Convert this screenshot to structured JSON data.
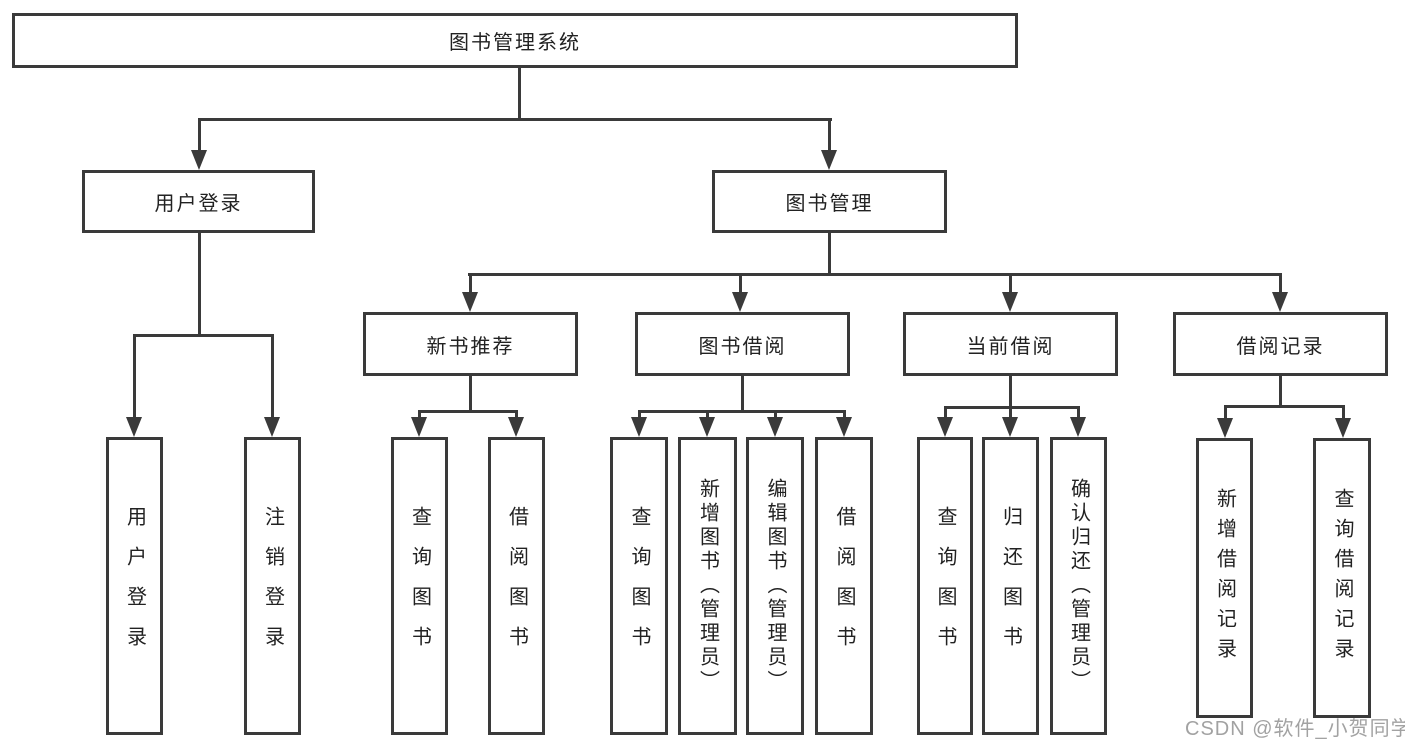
{
  "colors": {
    "background": "#ffffff",
    "line": "#3a3a3a",
    "text": "#222222",
    "watermark": "#9a9a9a"
  },
  "tree": {
    "label": "图书管理系统",
    "children": [
      {
        "label": "用户登录",
        "children": [
          {
            "label": "用户登录"
          },
          {
            "label": "注销登录"
          }
        ]
      },
      {
        "label": "图书管理",
        "children": [
          {
            "label": "新书推荐",
            "children": [
              {
                "label": "查询图书"
              },
              {
                "label": "借阅图书"
              }
            ]
          },
          {
            "label": "图书借阅",
            "children": [
              {
                "label": "查询图书"
              },
              {
                "label": "新增图书（管理员）"
              },
              {
                "label": "编辑图书（管理员）"
              },
              {
                "label": "借阅图书"
              }
            ]
          },
          {
            "label": "当前借阅",
            "children": [
              {
                "label": "查询图书"
              },
              {
                "label": "归还图书"
              },
              {
                "label": "确认归还（管理员）"
              }
            ]
          },
          {
            "label": "借阅记录",
            "children": [
              {
                "label": "新增借阅记录"
              },
              {
                "label": "查询借阅记录"
              }
            ]
          }
        ]
      }
    ]
  },
  "watermark": {
    "text": "CSDN @软件_小贺同学"
  }
}
